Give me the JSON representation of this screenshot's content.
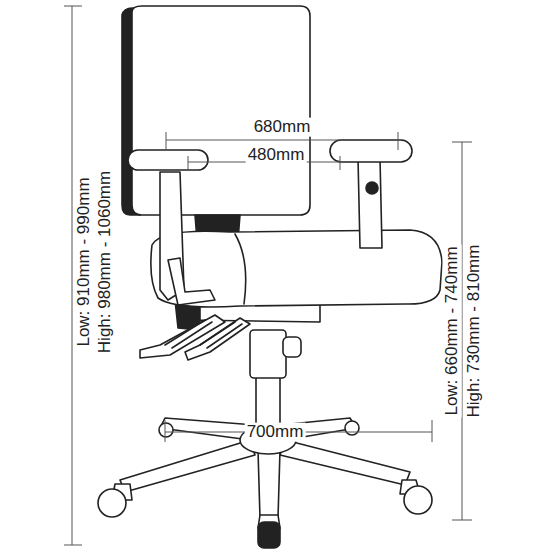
{
  "diagram": {
    "labels": [
      "680mm",
      "480mm",
      "Low: 910mm - 990mm",
      "High: 980mm - 1060mm",
      "Low: 660mm - 740mm",
      "High: 730mm - 810mm",
      "700mm"
    ]
  }
}
